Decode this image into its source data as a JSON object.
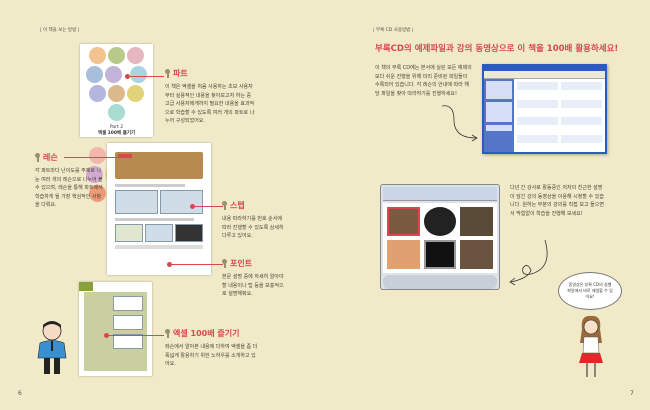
{
  "left": {
    "header": "| 이 책을 보는 방법 |",
    "cover": {
      "part": "Part 2",
      "subtitle": "엑셀 100배 즐기기"
    },
    "callouts": [
      {
        "title": "파트",
        "text": "이 책은 엑셀을 처음 사용하는 초보 사용자부터 실용적인 내용을 찾아보고자 하는 중고급 사용자에게까지 필요한 내용을 효과적으로 학습할 수 있도록 여러 개의 파트로 나누어 구성되었어요."
      },
      {
        "title": "레슨",
        "text": "각 파트마다 난이도를 주제로 나눈 여러 개의 레슨으로 나누어 볼 수 있으며, 레슨을 통해 파트에서 학습하게 될 가장 핵심적인 사항을 다뤄요."
      },
      {
        "title": "스텝",
        "text": "내용 따라하기를 번호 순서에 따라 진행할 수 있도록 상세히 다루고 있어요."
      },
      {
        "title": "포인트",
        "text": "본문 설명 중에 자세히 알아야 할 내용이나 팁 등을 보충적으로 설명해줘요."
      },
      {
        "title": "엑셀 100배 즐기기",
        "text": "레슨에서 알아본 내용에 더하여 엑셀을 좀 더 폭넓게 활용하기 위한 노하우를 소개하고 있어요."
      }
    ],
    "page_number": "6"
  },
  "right": {
    "header": "| 부록 CD 사용방법 |",
    "headline": "부록CD의 예제파일과 강의 동영상으로 이 책을 100배 활용하세요!",
    "paragraph1": "이 책의 부록 CD에는 본서에 실린 모든 예제의 보다 쉬운 진행을 위해 미리 준비된 파일들이 수록되어 있습니다. 각 레슨의 안내에 따라 해당 파일을 찾아 따라하기를 진행하세요!",
    "paragraph2": "다년 간 강사로 활동중인 저자의 친근한 설명이 담긴 강의 동영상을 이용해 시청할 수 있습니다. 원하는 부분의 강의를 직접 보고 들으면서 막힘없이 학습을 진행해 보세요!",
    "speech_bubble": "동영상은 부록 CD의 실행 파일에서 바로 재생할 수 있어요!",
    "page_number": "7"
  },
  "colors": {
    "background": "#f0eac9",
    "accent": "#d9484e"
  }
}
